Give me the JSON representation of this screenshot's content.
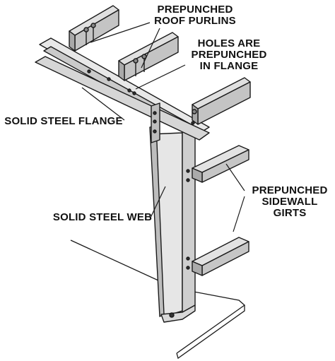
{
  "labels": {
    "purlins": [
      "PREPUNCHED",
      "ROOF PURLINS"
    ],
    "holes": [
      "HOLES ARE",
      "PREPUNCHED",
      "IN FLANGE"
    ],
    "flange": "SOLID STEEL FLANGE",
    "web": "SOLID STEEL WEB",
    "girts": [
      "PREPUNCHED",
      "SIDEWALL",
      "GIRTS"
    ]
  },
  "colors": {
    "steel_light": "#e4e4e4",
    "steel_mid": "#c9c9c9",
    "steel_dark": "#9a9a9a",
    "outline": "#1a1a1a"
  }
}
